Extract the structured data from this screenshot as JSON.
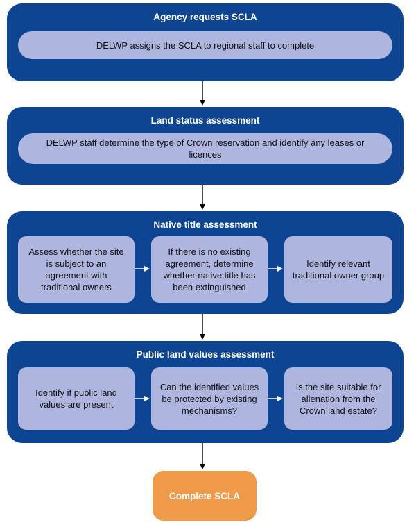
{
  "stages": [
    {
      "title": "Agency requests SCLA",
      "steps": [
        "DELWP assigns the SCLA to regional staff to complete"
      ]
    },
    {
      "title": "Land status assessment",
      "steps": [
        "DELWP staff determine the type of Crown reservation and identify any leases or licences"
      ]
    },
    {
      "title": "Native title assessment",
      "steps": [
        "Assess whether the site is subject to an agreement with traditional owners",
        "If there is no existing agreement, determine whether native title has been extinguished",
        "Identify relevant traditional owner group"
      ]
    },
    {
      "title": "Public land values assessment",
      "steps": [
        "Identify if public land values are present",
        "Can the identified values be protected by existing mechanisms?",
        "Is the site suitable for alienation from the Crown land estate?"
      ]
    }
  ],
  "final_step": "Complete SCLA",
  "colors": {
    "panel": "#0d4593",
    "step_fill": "#aeb5df",
    "final_fill": "#ee9a48",
    "arrow": "#000000"
  }
}
